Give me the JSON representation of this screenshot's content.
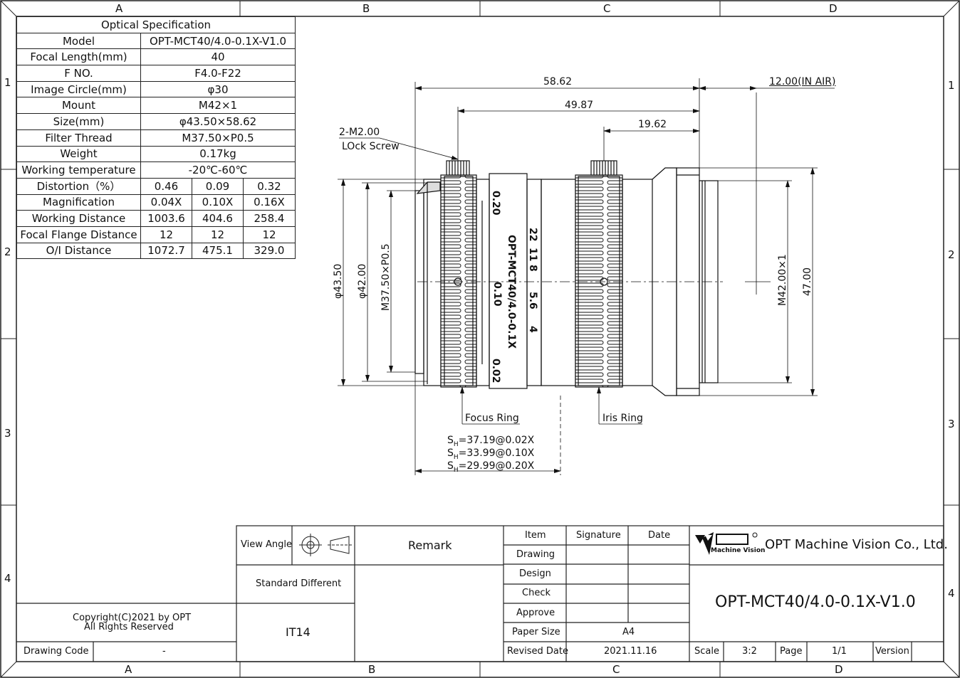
{
  "frame": {
    "columns_top": [
      "A",
      "B",
      "C",
      "D"
    ],
    "columns_bottom": [
      "A",
      "B",
      "C",
      "D"
    ],
    "rows_left": [
      "1",
      "2",
      "3",
      "4"
    ],
    "rows_right": [
      "1",
      "2",
      "3",
      "4"
    ]
  },
  "spec_table": {
    "title": "Optical Specification",
    "rows": [
      {
        "label": "Model",
        "value": "OPT-MCT40/4.0-0.1X-V1.0"
      },
      {
        "label": "Focal Length(mm)",
        "value": "40"
      },
      {
        "label": "F NO.",
        "value": "F4.0-F22"
      },
      {
        "label": "Image Circle(mm)",
        "value": "φ30"
      },
      {
        "label": "Mount",
        "value": "M42×1"
      },
      {
        "label": "Size(mm)",
        "value": "φ43.50×58.62"
      },
      {
        "label": "Filter Thread",
        "value": "M37.50×P0.5"
      },
      {
        "label": "Weight",
        "value": "0.17kg"
      },
      {
        "label": "Working temperature",
        "value": "-20℃-60℃"
      }
    ],
    "multi_rows": [
      {
        "label": "Distortion（%）",
        "values": [
          "0.46",
          "0.09",
          "0.32"
        ]
      },
      {
        "label": "Magnification",
        "values": [
          "0.04X",
          "0.10X",
          "0.16X"
        ]
      },
      {
        "label": "Working Distance",
        "values": [
          "1003.6",
          "404.6",
          "258.4"
        ]
      },
      {
        "label": "Focal Flange Distance",
        "values": [
          "12",
          "12",
          "12"
        ]
      },
      {
        "label": "O/I Distance",
        "values": [
          "1072.7",
          "475.1",
          "329.0"
        ]
      }
    ]
  },
  "dimensions": {
    "len_total": "58.62",
    "len_focus": "49.87",
    "len_iris": "19.62",
    "flange": "12.00(IN AIR)",
    "dia_outer": "φ43.50",
    "dia_42": "φ42.00",
    "filter": "M37.50×P0.5",
    "mount": "M42.00×1",
    "dia_47": "47.00"
  },
  "callouts": {
    "screw_line1": "2-M2.00",
    "screw_line2": "LOck Screw",
    "focus_ring": "Focus Ring",
    "iris_ring": "Iris Ring",
    "sh_lines": [
      "S",
      "=37.19@0.02X",
      "S",
      "=33.99@0.10X",
      "S",
      "=29.99@0.20X"
    ],
    "sh_sub": "H"
  },
  "lens_markings": {
    "model": "OPT-MCT40/4.0-0.1X",
    "mag_top": "0.20",
    "mag_mid": "0.10",
    "mag_bot": "0.02",
    "fstops": [
      "22",
      "11",
      "8",
      "5.6",
      "4"
    ]
  },
  "title_block": {
    "view_angle": "View Angle",
    "remark": "Remark",
    "standard": "Standard Different",
    "tolerance": "IT14",
    "copyright_1": "Copyright(C)2021 by OPT",
    "copyright_2": "All Rights Reserved",
    "drawing_code_label": "Drawing Code",
    "drawing_code_value": "-",
    "item": "Item",
    "signature": "Signature",
    "date": "Date",
    "drawing": "Drawing",
    "design": "Design",
    "check": "Check",
    "approve": "Approve",
    "paper_size_label": "Paper Size",
    "paper_size_value": "A4",
    "revised_label": "Revised Date",
    "revised_value": "2021.11.16",
    "logo_text": "OPT",
    "logo_sub": "Machine Vision",
    "company": "OPT Machine Vision Co., Ltd.",
    "part_number": "OPT-MCT40/4.0-0.1X-V1.0",
    "scale_label": "Scale",
    "scale_value": "3:2",
    "page_label": "Page",
    "page_value": "1/1",
    "version_label": "Version",
    "version_value": ""
  }
}
